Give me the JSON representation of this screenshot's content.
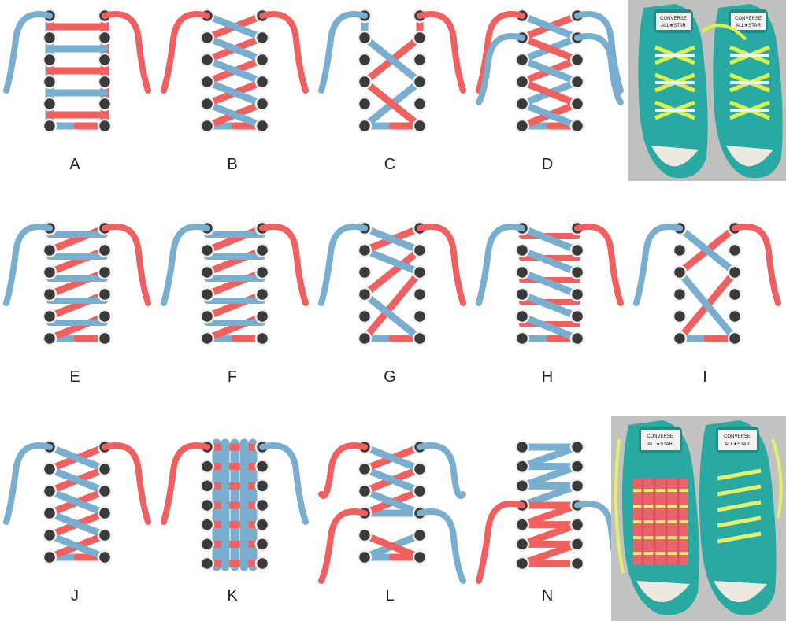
{
  "colors": {
    "red": "#f0605f",
    "blue": "#7aaecf",
    "eyelet": "#3a3a3a",
    "eyelet_ring": "#eeeeee"
  },
  "diagrams": [
    {
      "id": "A",
      "label": "A",
      "style": "ladder"
    },
    {
      "id": "B",
      "label": "B",
      "style": "double-criss-cross"
    },
    {
      "id": "C",
      "label": "C",
      "style": "skip"
    },
    {
      "id": "D",
      "label": "D",
      "style": "double-lace"
    },
    {
      "id": "E",
      "label": "E",
      "style": "criss-cross-bar"
    },
    {
      "id": "F",
      "label": "F",
      "style": "criss-cross-bar"
    },
    {
      "id": "G",
      "label": "G",
      "style": "diagonal-skip"
    },
    {
      "id": "H",
      "label": "H",
      "style": "zigzag-bar"
    },
    {
      "id": "I",
      "label": "I",
      "style": "criss-cross-skip"
    },
    {
      "id": "J",
      "label": "J",
      "style": "criss-cross"
    },
    {
      "id": "K",
      "label": "K",
      "style": "weave"
    },
    {
      "id": "L",
      "label": "L",
      "style": "split"
    },
    {
      "id": "N",
      "label": "N",
      "style": "zipper"
    }
  ],
  "photos": [
    {
      "id": "photo-top",
      "brand": "CONVERSE",
      "sub": "ALL★STAR"
    },
    {
      "id": "photo-bottom",
      "brand": "CONVERSE",
      "sub": "ALL★STAR"
    }
  ]
}
